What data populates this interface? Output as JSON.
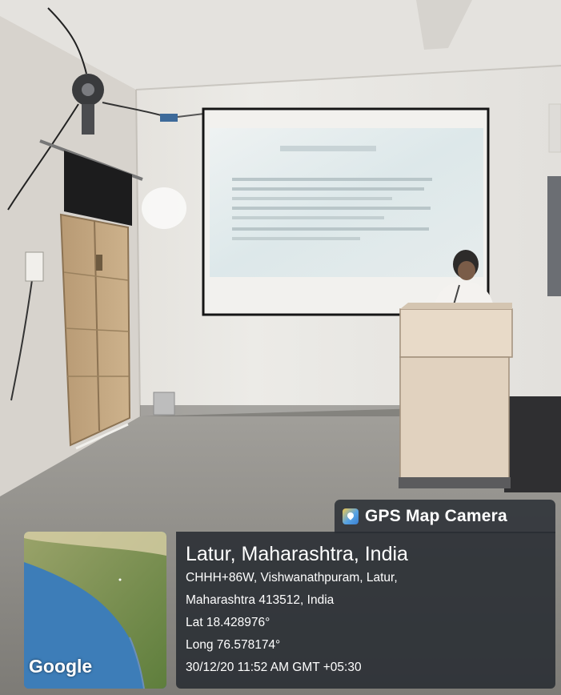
{
  "overlay": {
    "app_label": "GPS Map Camera",
    "app_icon": "gps-map-camera-icon",
    "map_label": "Google",
    "location_title": "Latur, Maharashtra, India",
    "address_line_1": "CHHH+86W, Vishwanathpuram, Latur,",
    "address_line_2": "Maharashtra 413512, India",
    "latitude": "Lat 18.428976°",
    "longitude": "Long 76.578174°",
    "timestamp": "30/12/20 11:52 AM GMT +05:30"
  },
  "colors": {
    "wall": "#e7e4df",
    "ceiling": "#e3e1dd",
    "floor": "#8f8d88",
    "door": "#c4a883",
    "screen": "#dfe7ea",
    "podium": "#e3d3c0",
    "overlay_bg": "#2a2e34",
    "map_water": "#3d7db8",
    "map_land": "#6f8f4a"
  }
}
